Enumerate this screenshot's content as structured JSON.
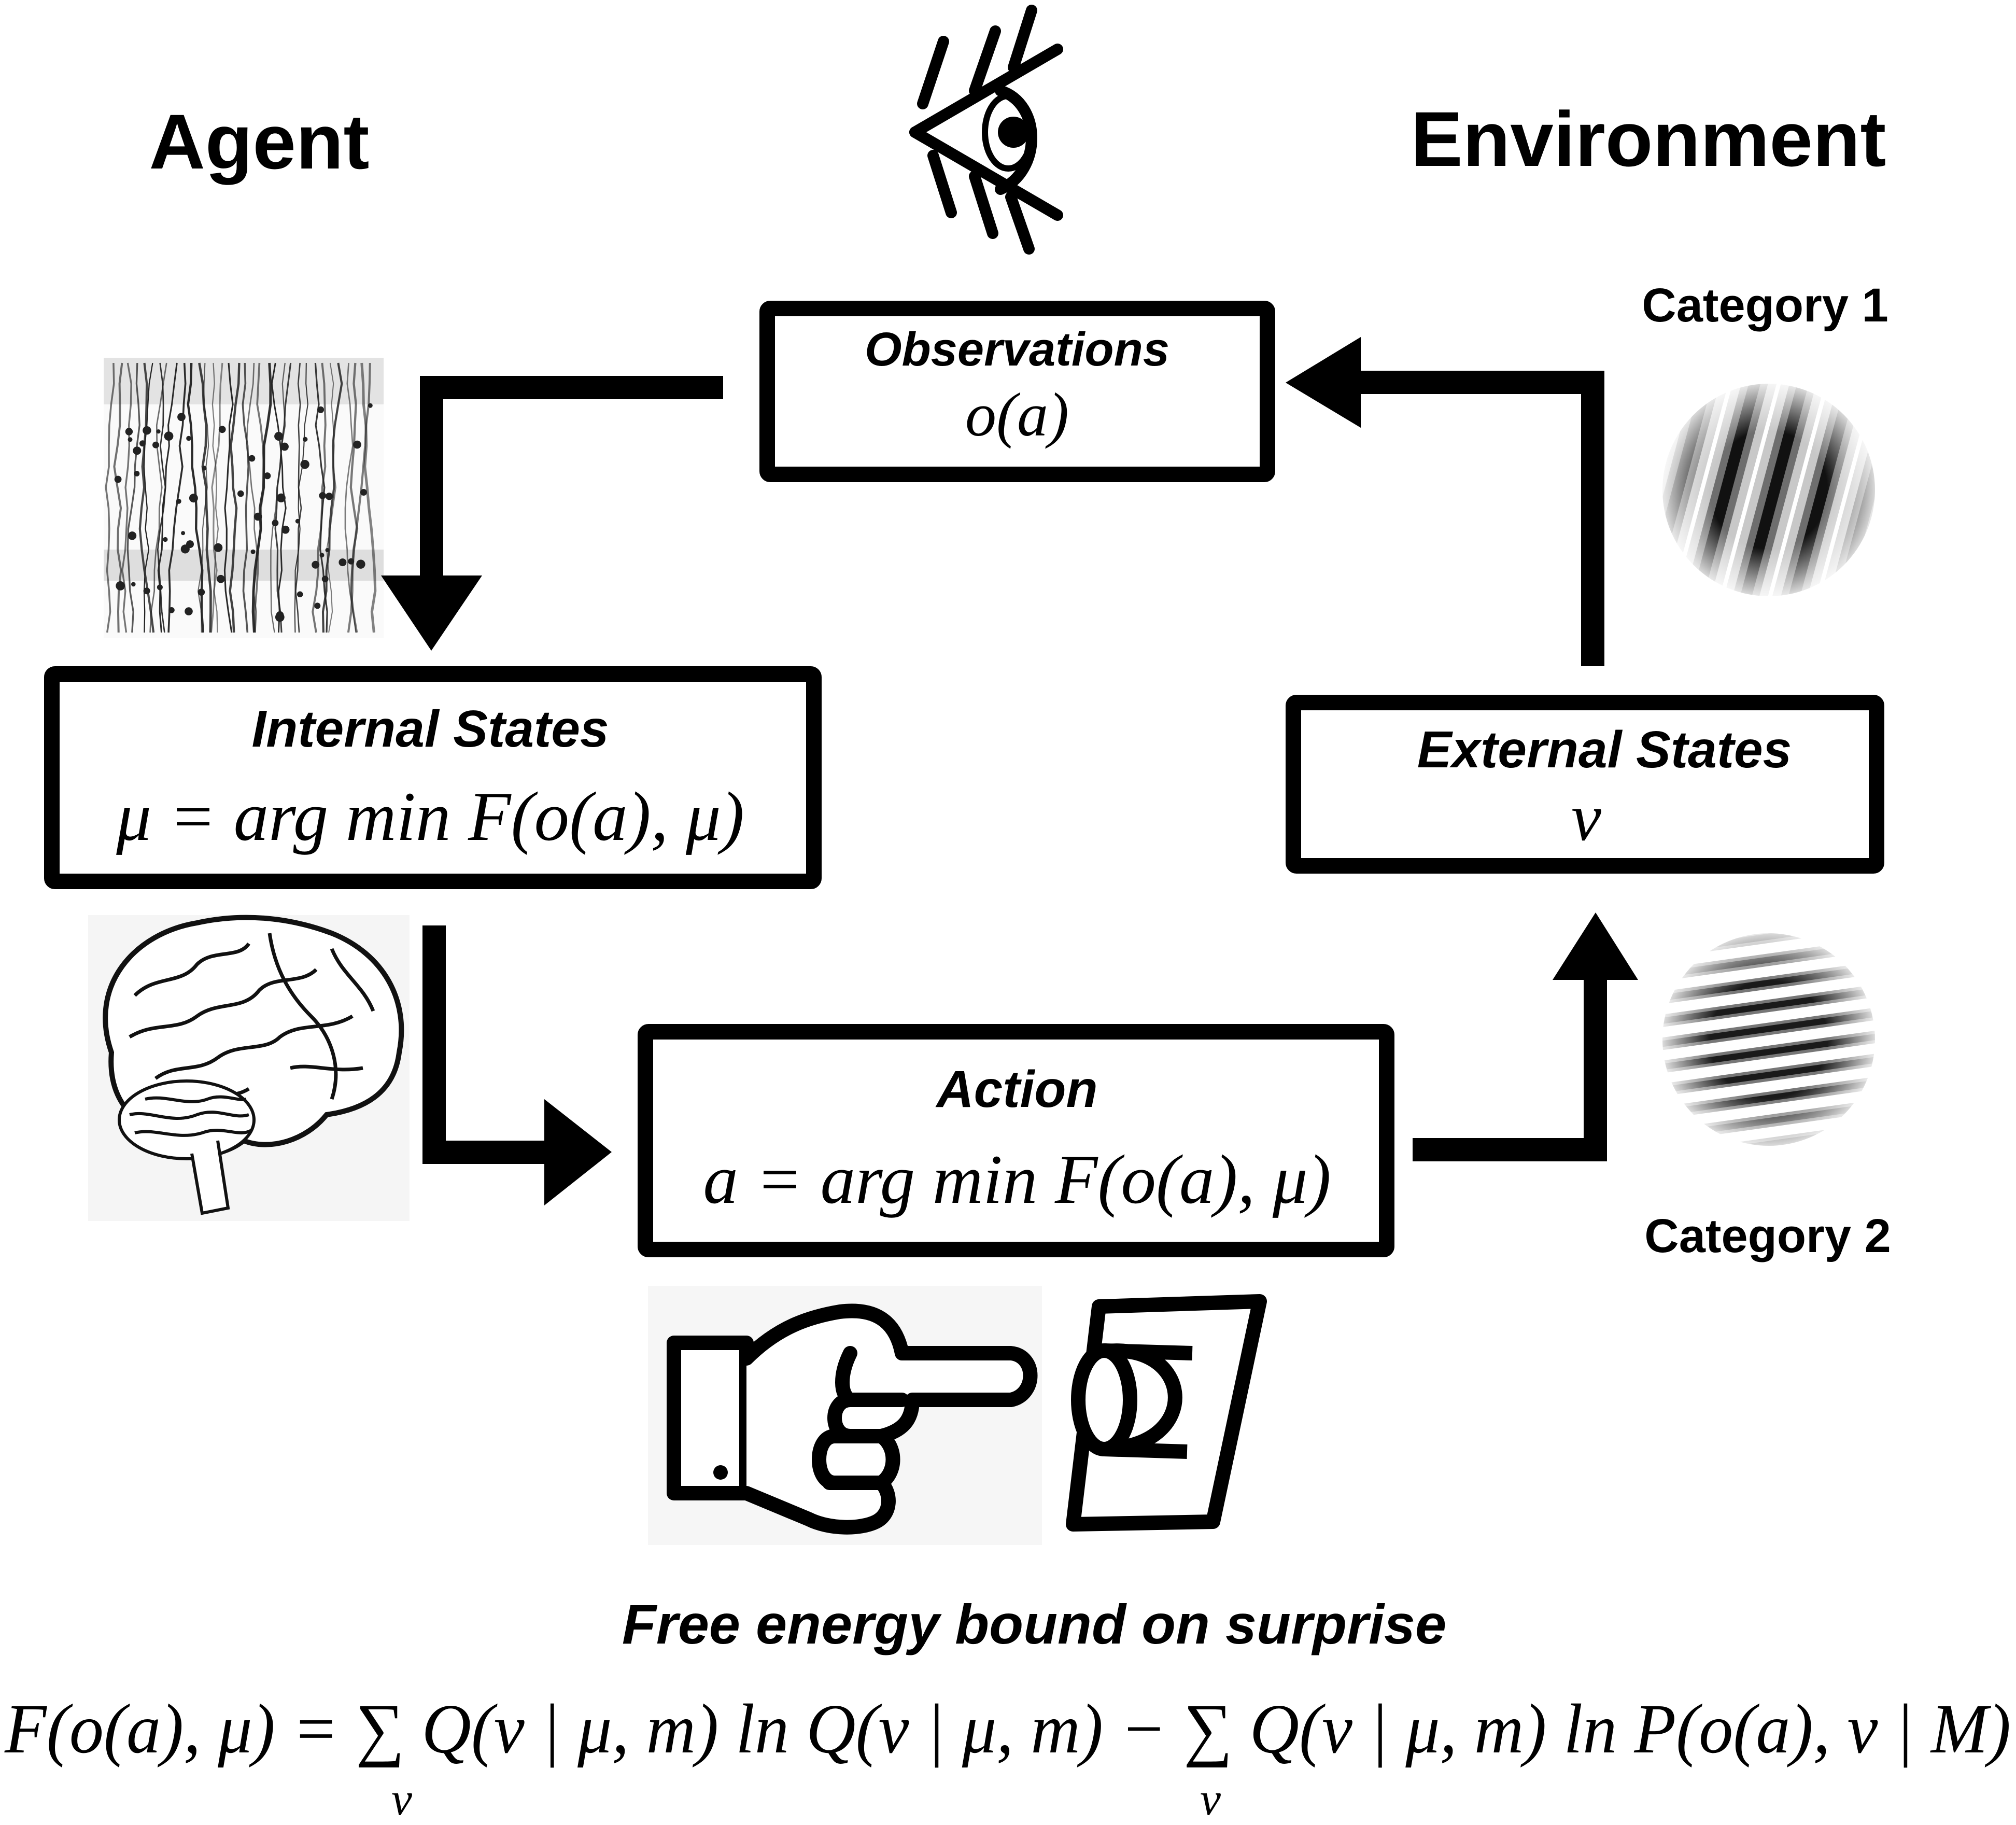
{
  "headings": {
    "agent": "Agent",
    "environment": "Environment"
  },
  "boxes": {
    "observations": {
      "title": "Observations",
      "formula": "o(a)"
    },
    "internal_states": {
      "title": "Internal States",
      "formula": "μ = arg min F(o(a), μ)"
    },
    "action": {
      "title": "Action",
      "formula": "a = arg min F(o(a), μ)"
    },
    "external_states": {
      "title": "External States",
      "formula": "ν"
    }
  },
  "categories": {
    "category1": "Category 1",
    "category2": "Category 2"
  },
  "free_energy": {
    "title": "Free energy bound on surprise",
    "equation": "F(o(a), μ) = ∑ Q(ν | μ, m) ln Q(ν | μ, m) − ∑ Q(ν | μ, m) ln P(o(a), ν | M)",
    "sum_index": "ν"
  },
  "icons": {
    "eye": "eye-icon",
    "cortex": "cortical-neurons-icon",
    "brain": "brain-icon",
    "hand": "pointing-hand-icon",
    "button": "button-icon",
    "grating1": "oblique-grating-icon",
    "grating2": "horizontal-grating-icon"
  },
  "colors": {
    "ink": "#000000",
    "background": "#ffffff"
  }
}
